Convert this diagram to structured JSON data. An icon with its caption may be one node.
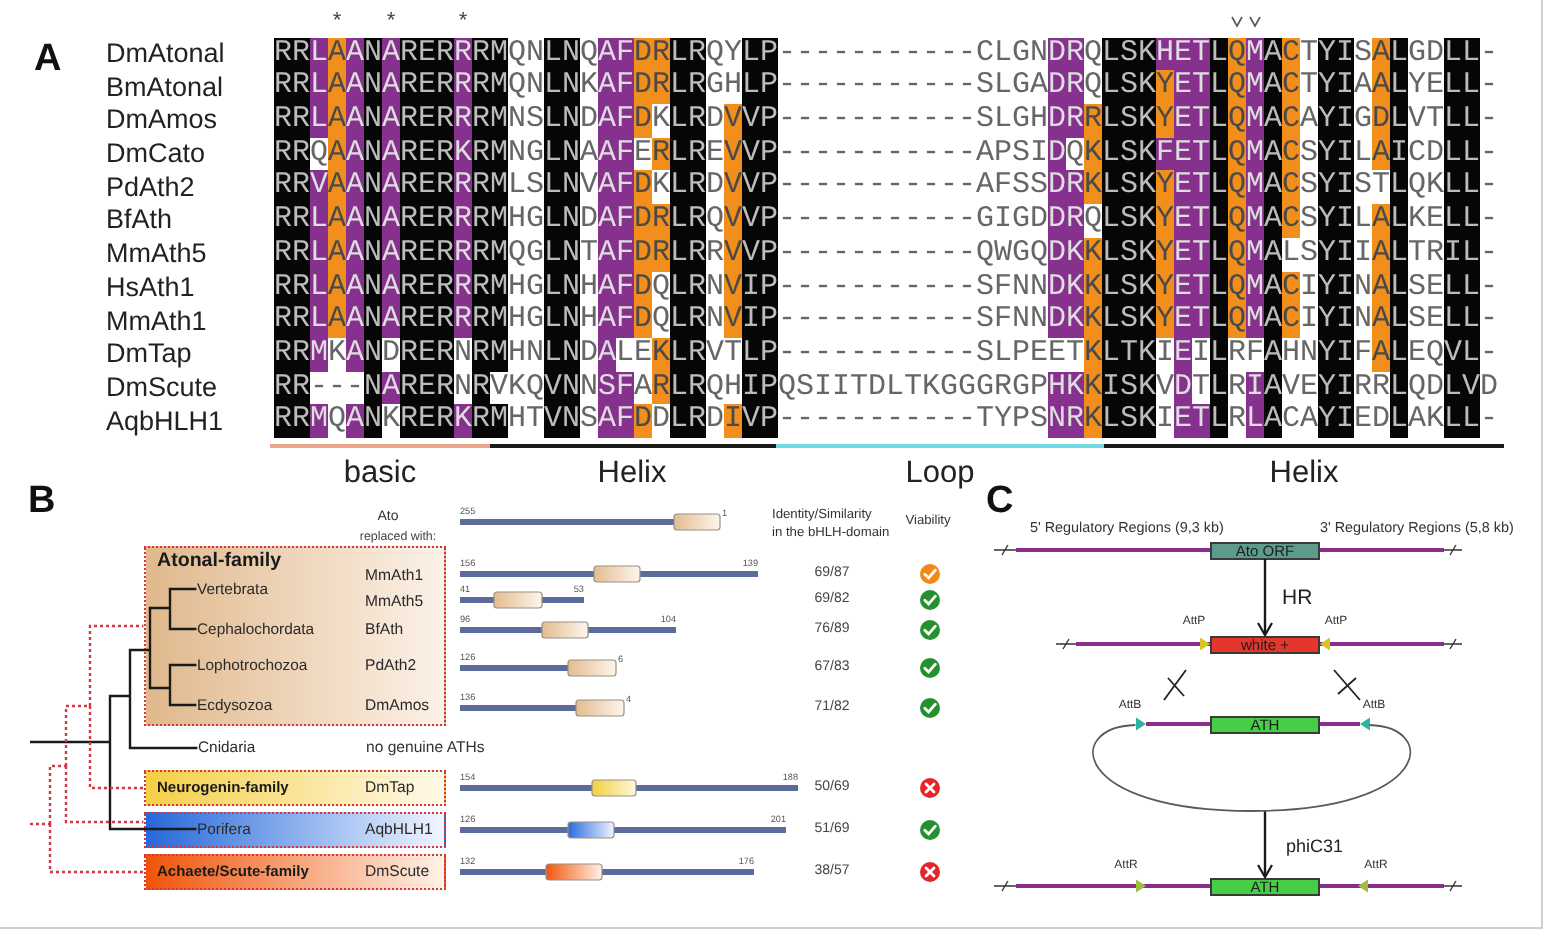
{
  "diagram": {
    "nodes": [
      {
        "text": [
          "Atonal-family",
          "MmAth1",
          "MmAth5",
          "BfAth",
          "PdAth2",
          "DmAmos"
        ]
      },
      {
        "text": [
          "Vertebrata"
        ],
        "in": 0
      },
      {
        "text": [
          "Cephalochordata"
        ],
        "in": 0
      },
      {
        "text": [
          "Lophotrochozoa"
        ],
        "in": 0
      },
      {
        "text": [
          "Ecdysozoa"
        ],
        "in": 0
      },
      {
        "text": [
          "Cnidaria"
        ]
      },
      {
        "text": [
          "Neurogenin-family",
          "DmTap"
        ]
      },
      {
        "text": [
          "AqbHLH1"
        ]
      },
      {
        "text": [
          "Porifera"
        ],
        "in": 7
      },
      {
        "text": [
          "Achaete/Scute-family",
          "DmScute"
        ]
      },
      {
        "text": [
          "Ato ORF"
        ]
      },
      {
        "text": [
          "white +"
        ]
      },
      {
        "text": [],
        "shape": "circle"
      },
      {
        "text": [
          "ATH"
        ]
      },
      {
        "text": [
          "ATH"
        ]
      }
    ],
    "edges": [
      {
        "from": null,
        "to": 1,
        "arrow": "none"
      },
      {
        "from": null,
        "to": 2,
        "arrow": "none"
      },
      {
        "from": null,
        "to": 3,
        "arrow": "none"
      },
      {
        "from": null,
        "to": 4,
        "arrow": "none"
      },
      {
        "from": null,
        "to": 5,
        "arrow": "none"
      },
      {
        "from": null,
        "to": 8,
        "arrow": "none"
      },
      {
        "from": null,
        "to": 0,
        "arrow": "none",
        "style": "dashed",
        "color": "#d8363e"
      },
      {
        "from": null,
        "to": 6,
        "arrow": "none",
        "style": "dashed",
        "color": "#d8363e"
      },
      {
        "from": null,
        "to": 7,
        "arrow": "none",
        "style": "dashed",
        "color": "#d8363e"
      },
      {
        "from": null,
        "to": 9,
        "arrow": "none",
        "style": "dashed",
        "color": "#d8363e"
      },
      {
        "from": 10,
        "to": 11,
        "arrow": "to",
        "label": "HR"
      },
      {
        "from": 12,
        "to": 14,
        "arrow": "to",
        "label": "phiC31"
      }
    ],
    "labels": [
      "A",
      "*",
      "*",
      "*",
      "DmAtonal",
      "RRLAANARERRRMQNLNQAFDRLRQYLP-----------CLGNDRQLSKHETLQMACTYISALGDLL-",
      "BmAtonal",
      "RRLAANARERRRMQNLNKAFDRLRGHLP-----------SLGADRQLSKYETLQMACTYIAALYELL-",
      "DmAmos",
      "RRLAANARERRRMNSLNDAFDKLRDVVP-----------SLGHDRRLSKYETLQMACAYIGDLVTLL-",
      "DmCato",
      "RRQAANARERKRMNGLNAAFERLREVVP-----------APSIDQKLSKFETLQMACSYILAICDLL-",
      "PdAth2",
      "RRVAANARERRRMLSLNVAFDKLRDVVP-----------AFSSDRKLSKYETLQMACSYISTLQKLL-",
      "BfAth",
      "RRLAANARERRRMHGLNDAFDRLRQVVP-----------GIGDDRQLSKYETLQMACSYILALKELL-",
      "MmAth5",
      "RRLAANARERRRMQGLNTAFDRLRRVVP-----------QWGQDKKLSKYETLQMALSYIIALTRIL-",
      "HsAth1",
      "RRLAANARERRRMHGLNHAFDQLRNVIP-----------SFNNDKKLSKYETLQMACIYINALSELL-",
      "MmAth1",
      "RRLAANARERRRMHGLNHAFDQLRNVIP-----------SFNNDKKLSKYETLQMACIYINALSELL-",
      "DmTap",
      "RRMKANDRERNRMHNLNDALEKLRVTLP-----------SLPEETKLTKIEILRFAHNYIFALEQVL-",
      "DmScute",
      "RR---NARERNRVKQVNNSFARLRQHIPQSIITDLTKGGGRGPHKKISKVDTLRIAVEYIRRLQDLVD",
      "AqbHLH1",
      "RRMQANKRERKRMHTVNSAFDDLRDIVP-----------TYPSNRKLSKIETLRLACAYIEDLAKLL-",
      "basic",
      "Helix",
      "Loop",
      "Helix",
      "B",
      "Ato",
      "replaced with:",
      "255",
      "1",
      "Identity/Similarity in the bHLH-domain",
      "Viability",
      "156",
      "139",
      "69/87",
      "41",
      "53",
      "69/82",
      "96",
      "104",
      "76/89",
      "126",
      "6",
      "67/83",
      "136",
      "4",
      "71/82",
      "no genuine ATHs",
      "154",
      "188",
      "50/69",
      "126",
      "201",
      "51/69",
      "132",
      "176",
      "38/57",
      "C",
      "5' Regulatory Regions (9,3 kb)",
      "3' Regulatory Regions (5,8 kb)",
      "AttP",
      "AttP",
      "AttB",
      "AttB",
      "AttR",
      "AttR"
    ]
  }
}
